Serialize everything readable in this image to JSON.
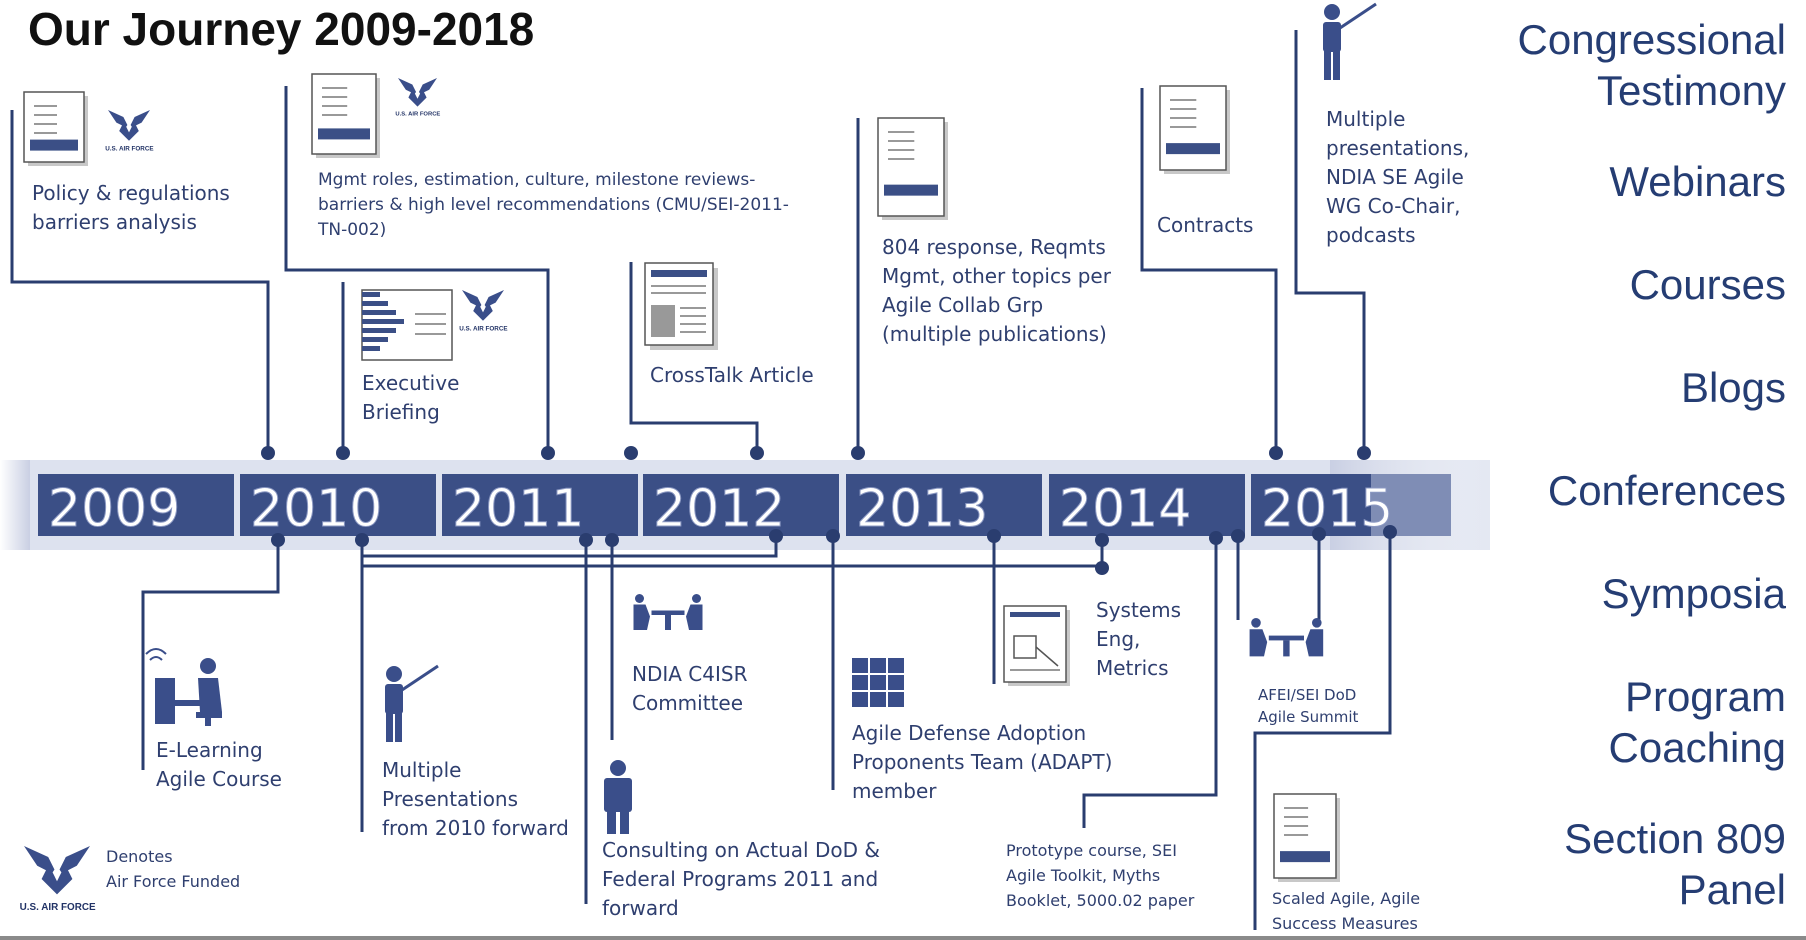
{
  "title": "Our Journey 2009-2018",
  "years": [
    "2009",
    "2010",
    "2011",
    "2012",
    "2013",
    "2014",
    "2015"
  ],
  "legend": {
    "text": "Denotes\nAir Force Funded",
    "logo_text": "U.S. AIR FORCE"
  },
  "right_list": [
    "Congressional\nTestimony",
    "Webinars",
    "Courses",
    "Blogs",
    "Conferences",
    "Symposia",
    "Program\nCoaching",
    "Section 809\nPanel"
  ],
  "top_events": {
    "policy": "Policy & regulations\nbarriers analysis",
    "mgmt": "Mgmt roles, estimation, culture, milestone reviews-\nbarriers & high level recommendations (CMU/SEI-2011-\nTN-002)",
    "exec": "Executive\nBriefing",
    "crosstalk": "CrossTalk Article",
    "resp804": "804 response, Reqmts\nMgmt, other topics per\nAgile Collab Grp\n(multiple publications)",
    "contracts": "Contracts",
    "multi_top": "Multiple\npresentations,\nNDIA SE Agile\nWG Co-Chair,\npodcasts"
  },
  "bottom_events": {
    "elearning": "E-Learning\nAgile Course",
    "multi_bottom": "Multiple\nPresentations\nfrom 2010 forward",
    "ndia": "NDIA C4ISR\nCommittee",
    "consult": "Consulting on Actual DoD &\nFederal Programs 2011 and\nforward",
    "adapt": "Agile Defense Adoption\nProponents Team (ADAPT)\nmember",
    "syseng": "Systems\nEng,\nMetrics",
    "proto": "Prototype course, SEI\nAgile Toolkit, Myths\nBooklet, 5000.02 paper",
    "afei": "AFEI/SEI DoD\nAgile Summit",
    "scaled": "Scaled Agile, Agile\nSuccess Measures"
  },
  "colors": {
    "accent": "#3b4f86",
    "text": "#2f3f6f",
    "line": "#2a3d6f",
    "title": "#111111",
    "right": "#253d73",
    "band_light": "#c9cfe3"
  },
  "icons": [
    "document-icon",
    "air-force-logo-icon",
    "briefing-icon",
    "article-icon",
    "presenter-icon",
    "meeting-icon",
    "elearning-icon",
    "person-icon",
    "grid-icon",
    "metrics-doc-icon"
  ]
}
